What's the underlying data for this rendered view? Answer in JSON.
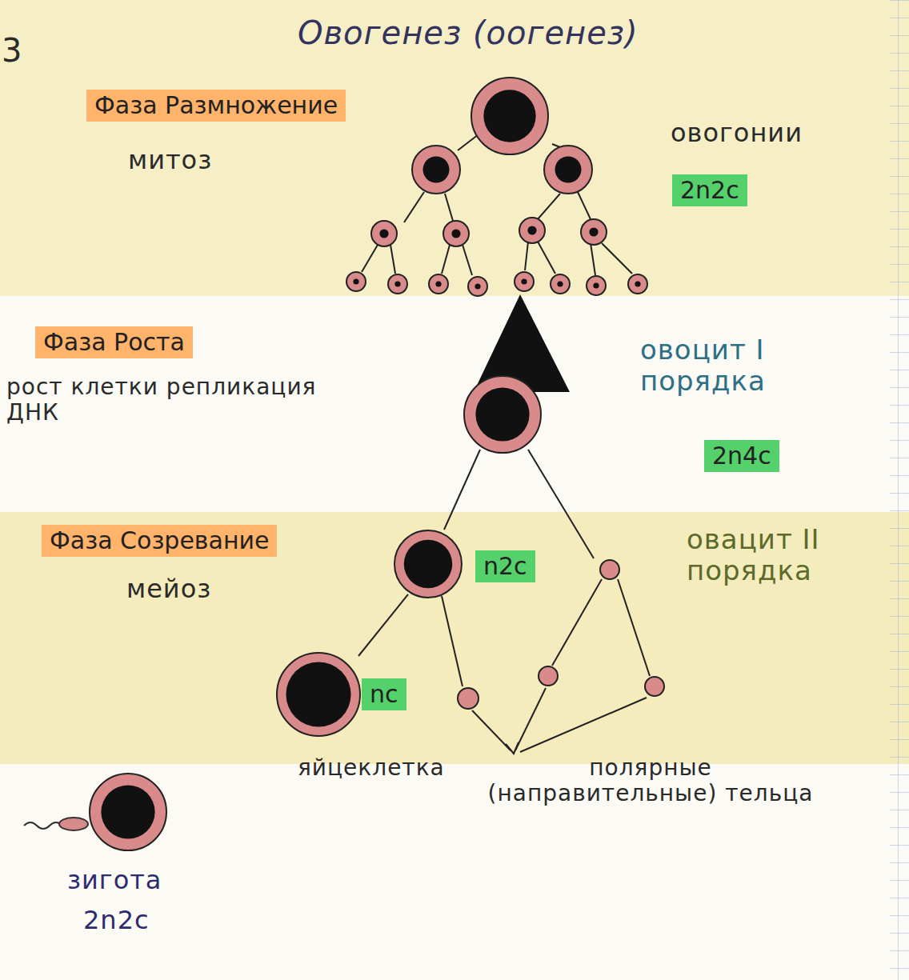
{
  "diagram": {
    "title": "Овогенез (оогенез)",
    "nodes": [
      {
        "text": [
          "Фаза Размножение"
        ]
      },
      {
        "text": [
          "2n2c"
        ]
      },
      {
        "text": [
          "Фаза Роста"
        ]
      },
      {
        "text": [
          "2n4c"
        ]
      },
      {
        "text": [
          "Фаза Созревание"
        ]
      },
      {
        "text": [
          "n2c"
        ]
      },
      {
        "text": [
          "nc"
        ]
      }
    ],
    "labels": [
      "3",
      "митоз",
      "овогонии",
      "рост клетки репликация ДНК",
      "овоцит I порядка",
      "мейоз",
      "овацит II порядка",
      "яйцеклетка",
      "полярные (направительные) тельца",
      "зигота",
      "2n2c"
    ]
  }
}
